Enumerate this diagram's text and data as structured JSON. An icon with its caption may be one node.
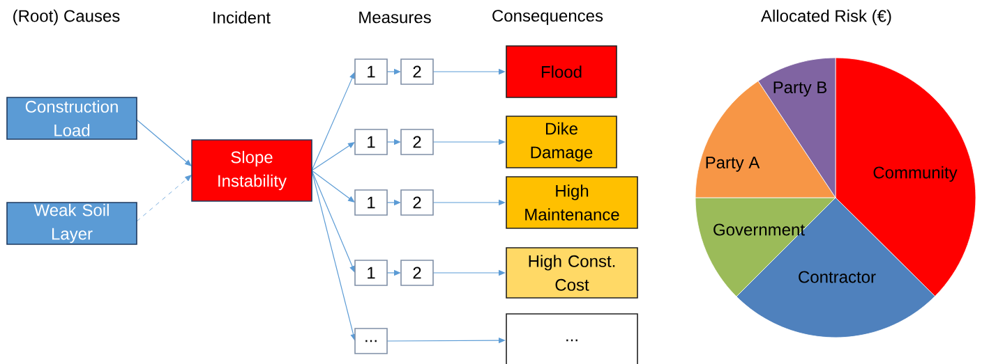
{
  "diagram": {
    "nodes": [
      {
        "text": [
          "Construction Load"
        ]
      },
      {
        "text": [
          "Weak Soil Layer"
        ]
      },
      {
        "text": [
          "Slope Instability"
        ]
      },
      {
        "text": [
          "1"
        ]
      },
      {
        "text": [
          "2"
        ]
      },
      {
        "text": [
          "Flood"
        ]
      },
      {
        "text": [
          "1"
        ]
      },
      {
        "text": [
          "2"
        ]
      },
      {
        "text": [
          "Dike Damage"
        ]
      },
      {
        "text": [
          "1"
        ]
      },
      {
        "text": [
          "2"
        ]
      },
      {
        "text": [
          "High Maintenance"
        ]
      },
      {
        "text": [
          "1"
        ]
      },
      {
        "text": [
          "2"
        ]
      },
      {
        "text": [
          "High Const. Cost"
        ]
      },
      {
        "text": [
          "..."
        ]
      },
      {
        "text": [
          "..."
        ]
      }
    ],
    "edges": [
      {
        "from": 0,
        "to": 2,
        "arrow": "to"
      },
      {
        "from": 1,
        "to": 2,
        "arrow": "to",
        "style": "dashed"
      },
      {
        "from": 2,
        "to": 3,
        "arrow": "to"
      },
      {
        "from": 2,
        "to": 6,
        "arrow": "to"
      },
      {
        "from": 2,
        "to": 9,
        "arrow": "to"
      },
      {
        "from": 2,
        "to": 12,
        "arrow": "to"
      },
      {
        "from": 2,
        "to": 15,
        "arrow": "to"
      },
      {
        "from": 3,
        "to": 4,
        "arrow": "to"
      },
      {
        "from": 4,
        "to": 5,
        "arrow": "to"
      },
      {
        "from": 6,
        "to": 7,
        "arrow": "to"
      },
      {
        "from": 7,
        "to": 8,
        "arrow": "to"
      },
      {
        "from": 9,
        "to": 10,
        "arrow": "to"
      },
      {
        "from": 10,
        "to": 11,
        "arrow": "to"
      },
      {
        "from": 12,
        "to": 13,
        "arrow": "to"
      },
      {
        "from": 13,
        "to": 14,
        "arrow": "to"
      },
      {
        "from": 15,
        "to": 16,
        "arrow": "to"
      }
    ],
    "labels": [
      "(Root) Causes",
      "Incident",
      "Measures",
      "Consequences",
      "Allocated Risk (€)",
      "Party B",
      "Party A",
      "Community",
      "Government",
      "Contractor"
    ]
  }
}
